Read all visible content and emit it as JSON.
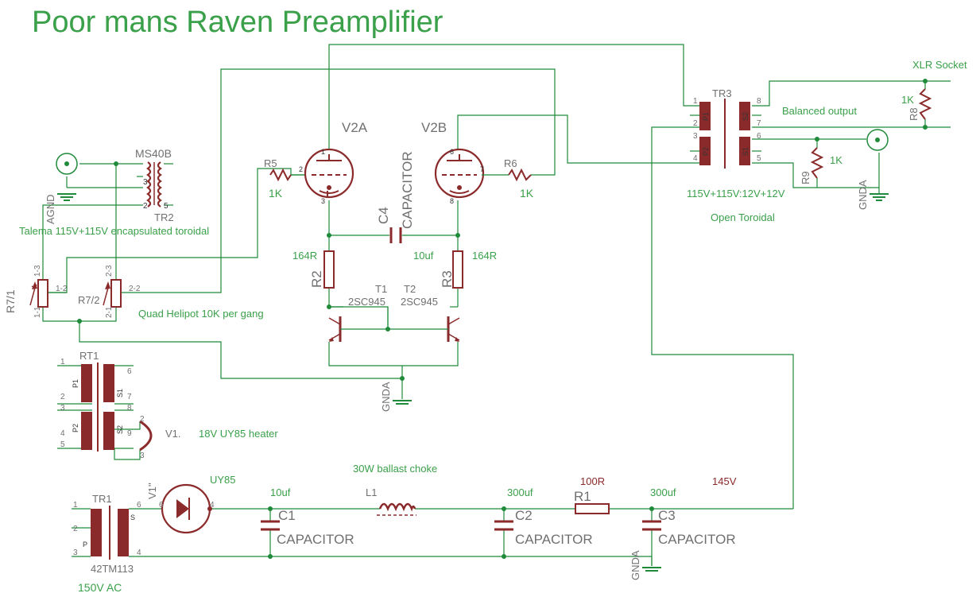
{
  "title": "Poor mans Raven Preamplifier",
  "notes": {
    "talema": "Talema 115V+115V encapsulated toroidal",
    "helipot": "Quad Helipot 10K per gang",
    "heater": "18V UY85 heater",
    "choke": "30W ballast choke",
    "ac_in": "150V AC",
    "hv": "145V",
    "xlr": "XLR Socket",
    "balanced": "Balanced output",
    "tr3_rating": "115V+115V:12V+12V",
    "open_toroidal": "Open Toroidal"
  },
  "components": {
    "v2a": "V2A",
    "v2b": "V2B",
    "r5": "R5",
    "r5_val": "1K",
    "r6": "R6",
    "r6_val": "1K",
    "c4": "C4",
    "c4_type": "CAPACITOR",
    "c4_val": "10uf",
    "r2": "R2",
    "r2_val": "164R",
    "r3": "R3",
    "r3_val": "164R",
    "t1": "T1",
    "t1_type": "2SC945",
    "t2": "T2",
    "t2_type": "2SC945",
    "ms40b": "MS40B",
    "tr2": "TR2",
    "agnd": "AGND",
    "r7_1": "R7/1",
    "r7_2": "R7/2",
    "rt1": "RT1",
    "v1_heater": "V1.",
    "tr1": "TR1",
    "tr1_type": "42TM113",
    "v1_rect": "V1''",
    "uy85": "UY85",
    "c1": "C1",
    "c1_type": "CAPACITOR",
    "c1_val": "10uf",
    "l1": "L1",
    "c2": "C2",
    "c2_type": "CAPACITOR",
    "c2_val": "300uf",
    "r1": "R1",
    "r1_val": "100R",
    "c3": "C3",
    "c3_type": "CAPACITOR",
    "c3_val": "300uf",
    "tr3": "TR3",
    "r8": "R8",
    "r8_val": "1K",
    "r9": "R9",
    "r9_val": "1K",
    "gnda": "GNDA"
  },
  "pins": {
    "p1": "1",
    "p2": "2",
    "p3": "3",
    "p4": "4",
    "p5": "5",
    "p6": "6",
    "p7": "7",
    "p8": "8",
    "p9": "9",
    "pot_1_1": "1-1",
    "pot_1_2": "1-2",
    "pot_1_3": "1-3",
    "pot_2_1": "2-1",
    "pot_2_2": "2-2",
    "pot_2_3": "2-3",
    "wind_p1": "P1",
    "wind_p2": "P2",
    "wind_s1": "S1",
    "wind_s2": "S2",
    "wind_p": "P",
    "wind_s": "S"
  },
  "colors": {
    "wire": "#1f8a3a",
    "component": "#8b2a2a",
    "label_green": "#3aa04a",
    "label_grey": "#707070"
  }
}
